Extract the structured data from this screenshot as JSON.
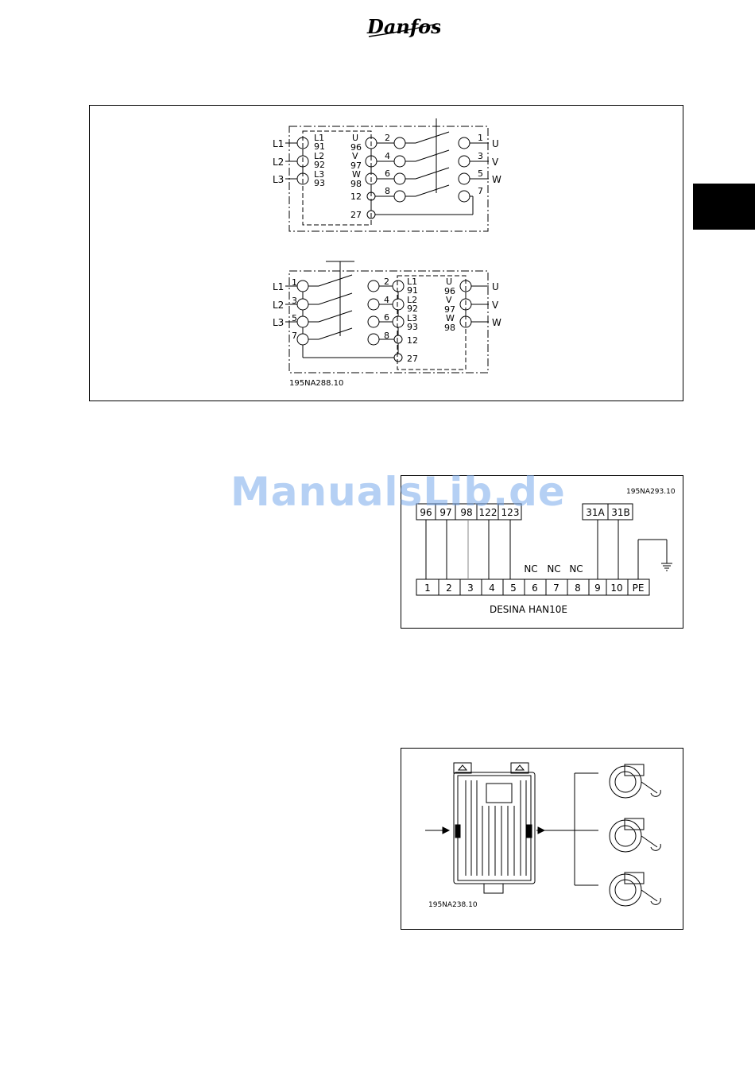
{
  "header": {
    "logo_text": "Danfoss"
  },
  "figure1": {
    "ref": "195NA288.10",
    "top": {
      "line_labels": [
        "L1",
        "L2",
        "L3"
      ],
      "drive_input": [
        [
          "L1",
          "91"
        ],
        [
          "L2",
          "92"
        ],
        [
          "L3",
          "93"
        ]
      ],
      "drive_output": [
        [
          "U",
          "96"
        ],
        [
          "V",
          "97"
        ],
        [
          "W",
          "98"
        ]
      ],
      "term_12": "12",
      "term_27": "27",
      "switch_left": [
        "2",
        "4",
        "6",
        "8"
      ],
      "switch_right": [
        "1",
        "3",
        "5",
        "7"
      ],
      "motor_labels": [
        "U",
        "V",
        "W"
      ]
    },
    "bottom": {
      "line_labels": [
        "L1",
        "L2",
        "L3"
      ],
      "switch_left": [
        "1",
        "3",
        "5",
        "7"
      ],
      "switch_right": [
        "2",
        "4",
        "6",
        "8"
      ],
      "drive_input": [
        [
          "L1",
          "91"
        ],
        [
          "L2",
          "92"
        ],
        [
          "L3",
          "93"
        ]
      ],
      "term_12": "12",
      "term_27": "27",
      "drive_output": [
        [
          "U",
          "96"
        ],
        [
          "V",
          "97"
        ],
        [
          "W",
          "98"
        ]
      ],
      "motor_labels": [
        "U",
        "V",
        "W"
      ]
    }
  },
  "figure2": {
    "ref": "195NA293.10",
    "top_terminals": [
      "96",
      "97",
      "98",
      "122",
      "123"
    ],
    "top_right_terminals": [
      "31A",
      "31B"
    ],
    "nc_labels": [
      "NC",
      "NC",
      "NC"
    ],
    "bottom_terminals": [
      "1",
      "2",
      "3",
      "4",
      "5",
      "6",
      "7",
      "8",
      "9",
      "10",
      "PE"
    ],
    "caption": "DESINA  HAN10E"
  },
  "figure3": {
    "ref": "195NA238.10"
  },
  "watermark": "ManualsLib.de"
}
